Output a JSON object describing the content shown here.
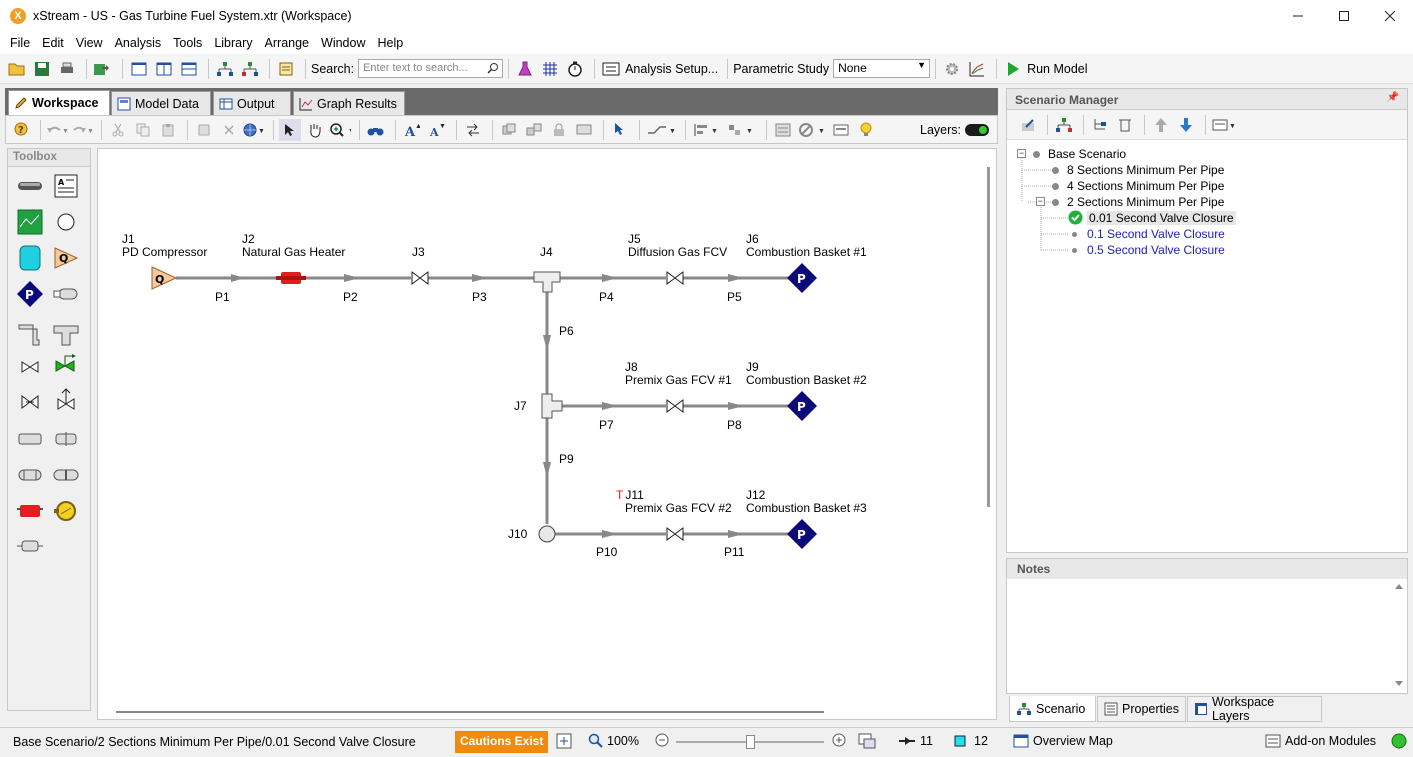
{
  "window": {
    "title": "xStream - US - Gas Turbine Fuel System.xtr (Workspace)",
    "logo": "X"
  },
  "menu": [
    "File",
    "Edit",
    "View",
    "Analysis",
    "Tools",
    "Library",
    "Arrange",
    "Window",
    "Help"
  ],
  "toolbar": {
    "search_label": "Search:",
    "search_placeholder": "Enter text to search...",
    "analysis_setup": "Analysis Setup...",
    "parametric_label": "Parametric Study",
    "parametric_value": "None",
    "run_model": "Run Model"
  },
  "tabs": [
    "Workspace",
    "Model Data",
    "Output",
    "Graph Results"
  ],
  "workspace_toolbar": {
    "layers_label": "Layers:"
  },
  "toolbox": {
    "title": "Toolbox"
  },
  "nodes": {
    "J1": {
      "id": "J1",
      "name": "PD Compressor"
    },
    "J2": {
      "id": "J2",
      "name": "Natural Gas Heater"
    },
    "J3": {
      "id": "J3"
    },
    "J4": {
      "id": "J4"
    },
    "J5": {
      "id": "J5",
      "name": "Diffusion Gas FCV"
    },
    "J6": {
      "id": "J6",
      "name": "Combustion Basket #1"
    },
    "J7": {
      "id": "J7"
    },
    "J8": {
      "id": "J8",
      "name": "Premix Gas FCV #1"
    },
    "J9": {
      "id": "J9",
      "name": "Combustion Basket #2"
    },
    "J10": {
      "id": "J10"
    },
    "J11": {
      "id": "J11",
      "name": "Premix Gas FCV #2",
      "flag": "T"
    },
    "J12": {
      "id": "J12",
      "name": "Combustion Basket #3"
    }
  },
  "pipes": [
    "P1",
    "P2",
    "P3",
    "P4",
    "P5",
    "P6",
    "P7",
    "P8",
    "P9",
    "P10",
    "P11"
  ],
  "glyphs": {
    "compressor": "Q",
    "pressure": "P"
  },
  "scenario_manager": {
    "title": "Scenario Manager",
    "tree": [
      {
        "label": "Base Scenario"
      },
      {
        "label": "8 Sections Minimum Per Pipe"
      },
      {
        "label": "4 Sections Minimum Per Pipe"
      },
      {
        "label": "2 Sections Minimum Per Pipe"
      },
      {
        "label": "0.01 Second Valve Closure",
        "status": "current"
      },
      {
        "label": "0.1 Second Valve Closure"
      },
      {
        "label": "0.5 Second Valve Closure"
      }
    ]
  },
  "notes": {
    "title": "Notes"
  },
  "right_tabs": [
    "Scenario",
    "Properties",
    "Workspace Layers"
  ],
  "status": {
    "path": "Base Scenario/2 Sections Minimum Per Pipe/0.01 Second Valve Closure",
    "cautions": "Cautions Exist",
    "zoom": "100%",
    "zoom_fraction": 0.5,
    "pipe_count": "11",
    "junction_count": "12",
    "overview_map": "Overview Map",
    "addon_modules": "Add-on Modules"
  },
  "colors": {
    "accent_orange": "#f08a10",
    "pressure_node": "#0a0a7a",
    "compressor": "#f5c99a",
    "link_blue": "#1a1acc",
    "heater_red": "#e02020",
    "valve_green": "#20b020"
  }
}
